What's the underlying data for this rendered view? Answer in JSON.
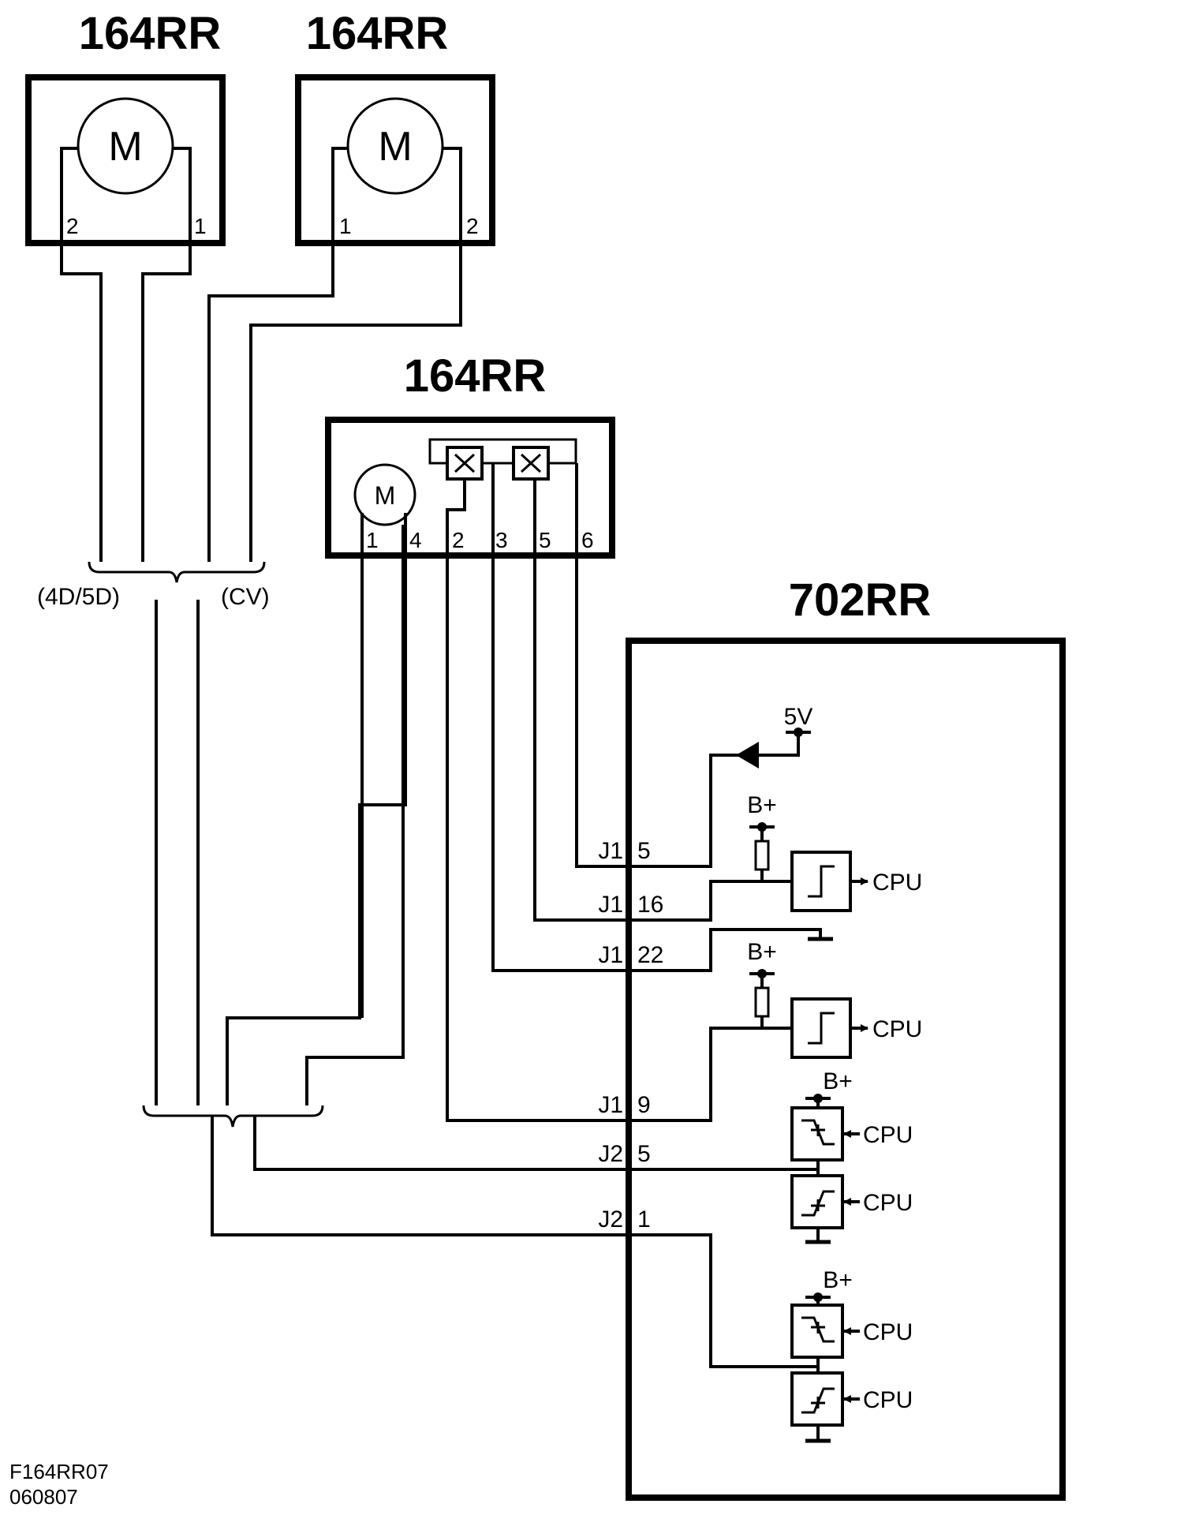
{
  "components": {
    "motor_a": {
      "title": "164RR",
      "symbol": "M",
      "pin_left": "2",
      "pin_right": "1"
    },
    "motor_b": {
      "title": "164RR",
      "symbol": "M",
      "pin_left": "1",
      "pin_right": "2"
    },
    "actuator": {
      "title": "164RR",
      "symbol": "M",
      "pins": [
        "1",
        "4",
        "2",
        "3",
        "5",
        "6"
      ]
    },
    "module": {
      "title": "702RR"
    }
  },
  "branch_labels": {
    "left": "(4D/5D)",
    "right": "(CV)"
  },
  "connectors": [
    {
      "conn": "J1",
      "pin": "5"
    },
    {
      "conn": "J1",
      "pin": "16"
    },
    {
      "conn": "J1",
      "pin": "22"
    },
    {
      "conn": "J1",
      "pin": "9"
    },
    {
      "conn": "J2",
      "pin": "5"
    },
    {
      "conn": "J2",
      "pin": "1"
    }
  ],
  "internal_labels": {
    "supply_5v": "5V",
    "bplus": "B+",
    "cpu": "CPU"
  },
  "footer": {
    "code": "F164RR07",
    "date": "060807"
  }
}
